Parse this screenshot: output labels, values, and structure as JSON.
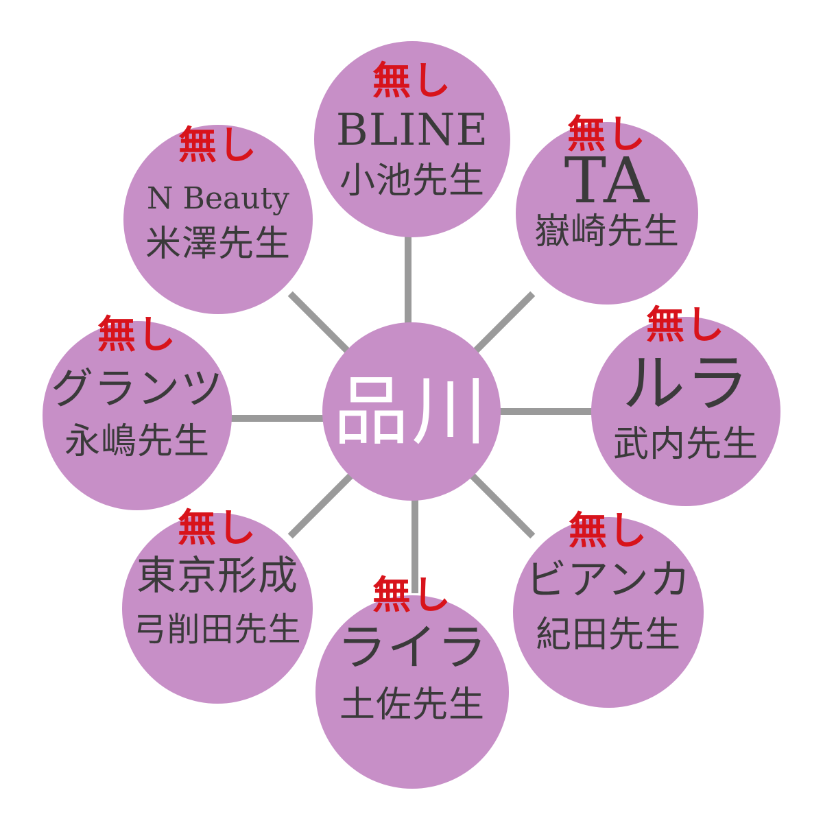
{
  "center": {
    "label": "品川"
  },
  "colors": {
    "node_fill": "#c78fc7",
    "center_text": "#ffffff",
    "status_text": "#d8131b",
    "name_text": "#3a3a3a",
    "spoke": "#9a9a9a",
    "background": "#ffffff"
  },
  "nodes": [
    {
      "id": "top",
      "status": "無し",
      "name": "BLINE",
      "doctor": "小池先生"
    },
    {
      "id": "top-right",
      "status": "無し",
      "name": "TA",
      "doctor": "嶽崎先生"
    },
    {
      "id": "right",
      "status": "無し",
      "name": "ルラ",
      "doctor": "武内先生"
    },
    {
      "id": "bottom-right",
      "status": "無し",
      "name": "ビアンカ",
      "doctor": "紀田先生"
    },
    {
      "id": "bottom",
      "status": "無し",
      "name": "ライラ",
      "doctor": "土佐先生"
    },
    {
      "id": "bottom-left",
      "status": "無し",
      "name": "東京形成",
      "doctor": "弓削田先生"
    },
    {
      "id": "left",
      "status": "無し",
      "name": "グランツ",
      "doctor": "永嶋先生"
    },
    {
      "id": "top-left",
      "status": "無し",
      "name": "N Beauty",
      "doctor": "米澤先生"
    }
  ]
}
